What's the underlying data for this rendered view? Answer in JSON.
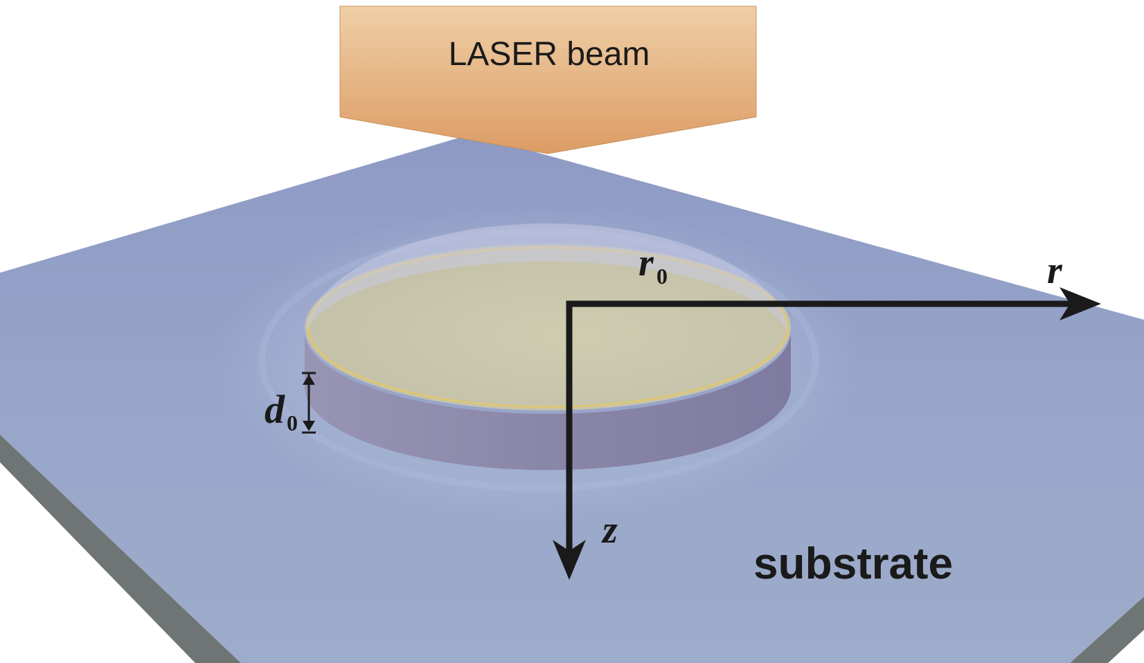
{
  "laser": {
    "label": "LASER beam",
    "color_top": "#efcfa6",
    "color_bottom": "#dc9c65"
  },
  "substrate": {
    "label": "substrate",
    "surface_color": "#98a6c9",
    "edge_color": "#6f7474"
  },
  "film": {
    "fill_color": "#c9c6ac",
    "rim_color": "#e2c86a",
    "wall_color": "#8a86a8"
  },
  "axes": {
    "r_label": "r",
    "z_label": "z",
    "radius_label": "r",
    "radius_sub": "0",
    "thickness_label": "d",
    "thickness_sub": "0",
    "color": "#1a1a1a"
  }
}
